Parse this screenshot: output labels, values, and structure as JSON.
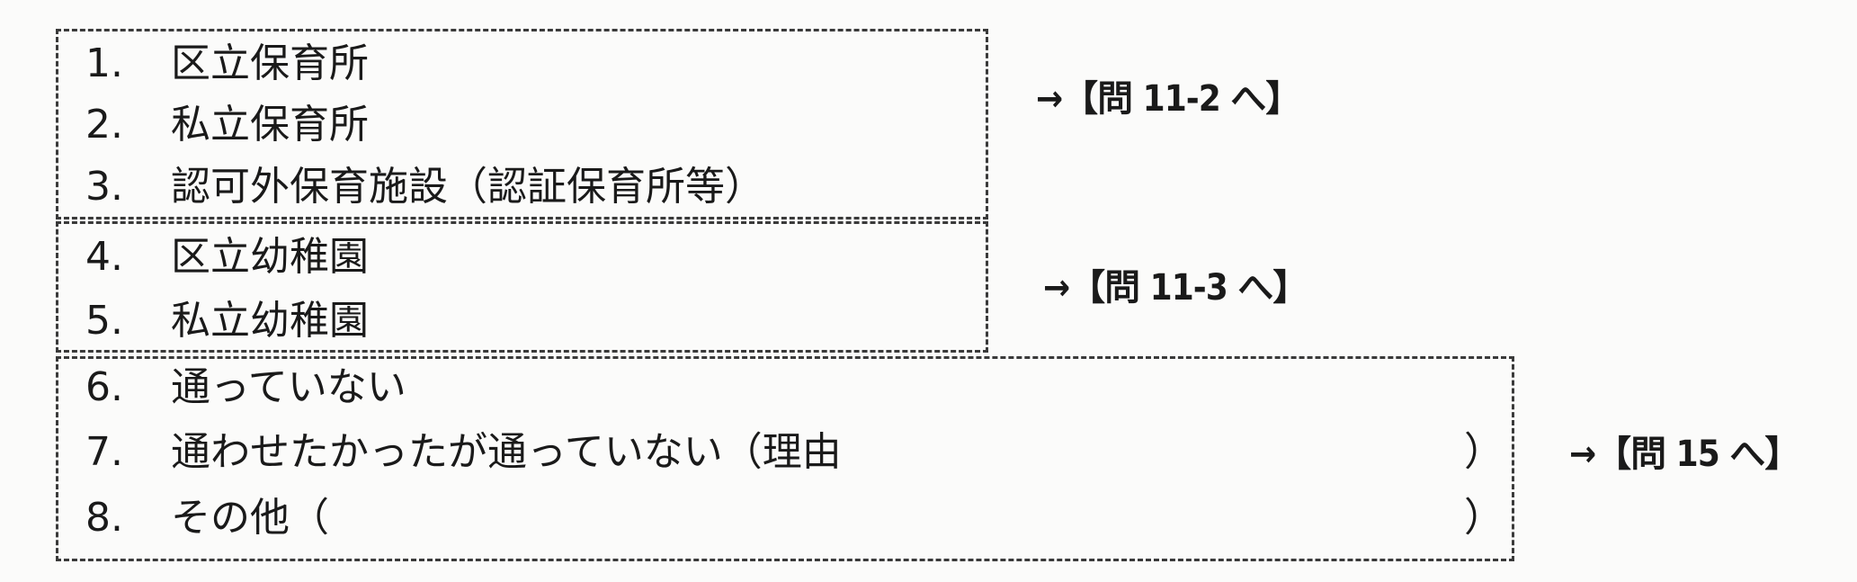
{
  "groups": [
    {
      "options": [
        {
          "number": "1.",
          "text": "区立保育所"
        },
        {
          "number": "2.",
          "text": "私立保育所"
        },
        {
          "number": "3.",
          "text": "認可外保育施設（認証保育所等）"
        }
      ],
      "jump": "→【問 11-2 へ】"
    },
    {
      "options": [
        {
          "number": "4.",
          "text": "区立幼稚園"
        },
        {
          "number": "5.",
          "text": "私立幼稚園"
        }
      ],
      "jump": "→【問 11-3 へ】"
    },
    {
      "options": [
        {
          "number": "6.",
          "text": "通っていない"
        },
        {
          "number": "7.",
          "text": "通わせたかったが通っていない（理由",
          "close": "）"
        },
        {
          "number": "8.",
          "text": "その他（",
          "close": "）"
        }
      ],
      "jump": "→【問 15 へ】"
    }
  ]
}
